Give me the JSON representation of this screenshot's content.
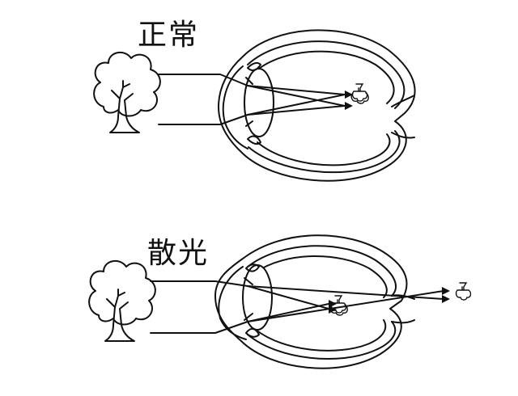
{
  "panels": [
    {
      "id": "normal",
      "label": "正常"
    },
    {
      "id": "astigmatism",
      "label": "散光"
    }
  ],
  "colors": {
    "ink": "#111111",
    "background": "#ffffff"
  },
  "icons": [
    "tree-icon",
    "eye-icon",
    "inverted-tree-image-icon"
  ]
}
